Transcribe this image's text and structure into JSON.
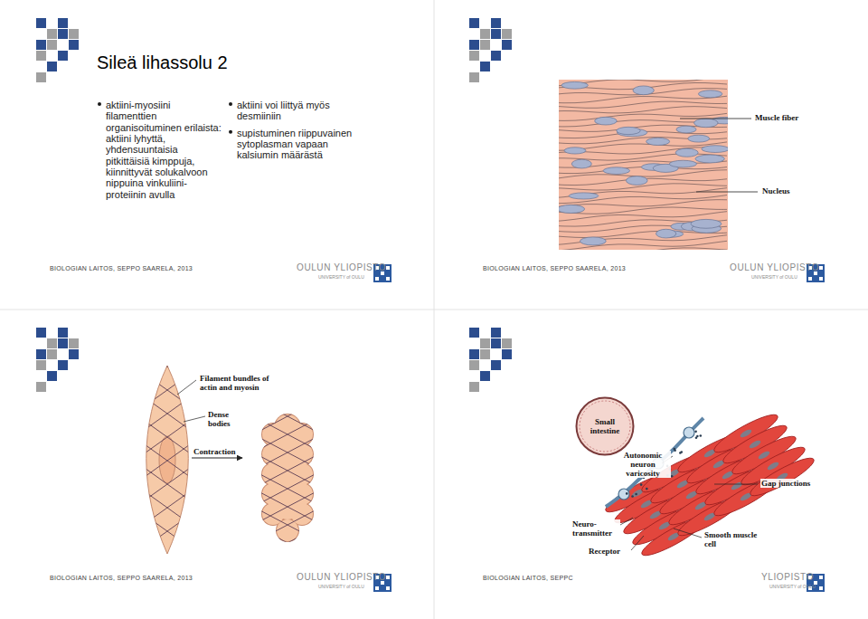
{
  "diagram": {
    "title": "Sileä lihassolu 2",
    "nodes": [
      {
        "text": [
          "Small intestine"
        ]
      }
    ],
    "labels": [
      "aktiini-myosiini filamenttien organisoituminen erilaista: aktiini lyhyttä, yhdensuuntaisia pitkittäisiä kimppuja, kiinnittyvät solukalvoon nippuina vinkuliini-proteiinin avulla",
      "aktiini voi liittyä myös desmiiniin",
      "supistuminen riippuvainen sytoplasman vapaan kalsiumin määrästä",
      "BIOLOGIAN LAITOS, SEPPO SAARELA, 2013",
      "OULUN YLIOPISTO",
      "UNIVERSITY of OULU",
      "Muscle fiber",
      "Nucleus",
      "BIOLOGIAN LAITOS, SEPPO SAARELA, 2013",
      "OULUN YLIOPISTO",
      "UNIVERSITY of OULU",
      "Filament bundles of actin and myosin",
      "Dense bodies",
      "Contraction",
      "BIOLOGIAN LAITOS, SEPPO SAARELA, 2013",
      "OULUN YLIOPISTO",
      "UNIVERSITY of OULU",
      "Autonomic neuron varicosity",
      "Gap junctions",
      "Neuro- transmitter",
      "Receptor",
      "Smooth muscle cell",
      "BIOLOGIAN LAITOS, SEPPC",
      "YLIOPISTO",
      "UNIVERSITY of OULU"
    ]
  }
}
